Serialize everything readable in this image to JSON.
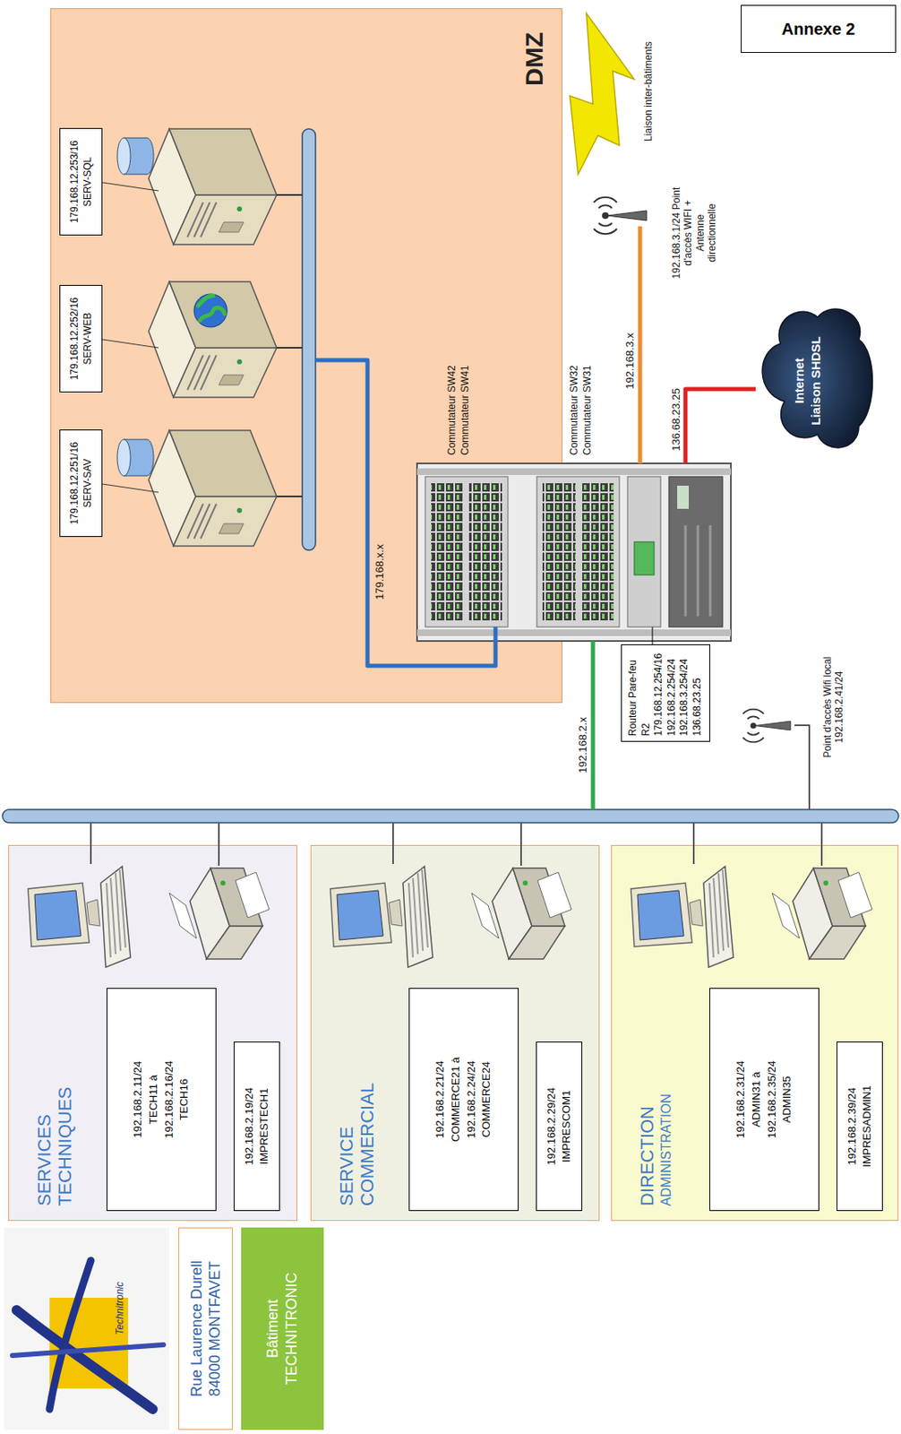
{
  "diagram": {
    "nodes": [
      {
        "text": [
          "Annexe 2"
        ]
      },
      {
        "text": [
          "Rue Laurence Durell 84000 MONTFAVET"
        ]
      },
      {
        "text": [
          "Bâtiment TECHNITRONIC"
        ]
      },
      {
        "text": [
          "SERVICES TECHNIQUES"
        ]
      },
      {
        "text": [
          "192.168.2.11/24 TECH11 à 192.168.2.16/24 TECH16"
        ],
        "in": 3
      },
      {
        "text": [
          "192.168.2.19/24 IMPRESTECH1"
        ],
        "in": 3
      },
      {
        "text": [
          "SERVICE COMMERCIAL"
        ]
      },
      {
        "text": [
          "192.168.2.21/24 COMMERCE21 à 192.168.2.24/24 COMMERCE24"
        ],
        "in": 6
      },
      {
        "text": [
          "192.168.2.29/24 IMPRESCOM1"
        ],
        "in": 6
      },
      {
        "text": [
          "DIRECTION",
          "ADMINISTRATION"
        ]
      },
      {
        "text": [
          "192.168.2.31/24 ADMIN31 à 192.168.2.35/24 ADMIN35"
        ],
        "in": 9
      },
      {
        "text": [
          "192.168.2.39/24 IMPRESADMIN1"
        ],
        "in": 9
      },
      {
        "text": [
          "DMZ"
        ]
      },
      {
        "text": [
          "179.168.12.251/16 SERV-SAV"
        ],
        "in": 12
      },
      {
        "text": [
          "179.168.12.252/16 SERV-WEB"
        ],
        "in": 12
      },
      {
        "text": [
          "179.168.12.253/16 SERV-SQL"
        ],
        "in": 12
      },
      {
        "text": [
          "Routeur Pare-feu R2 179.168.12.254/16 192.168.2.254/24 192.168.3.254/24 136.68.23.25"
        ]
      },
      {
        "text": [
          "Internet Liaison SHDSL"
        ]
      }
    ],
    "labels": [
      "Technitronic",
      "179.168.x.x",
      "Commutateur SW42",
      "Commutateur SW41",
      "Commutateur SW32",
      "Commutateur SW31",
      "192.168.3.x",
      "136.68.23.25",
      "192.168.2.x",
      "Liaison inter-bâtiments",
      "192.168.3.1/24 Point d'accès WIFI + Antenne directionnelle",
      "Point d'accès Wifi local 192.168.2.41/24"
    ]
  }
}
